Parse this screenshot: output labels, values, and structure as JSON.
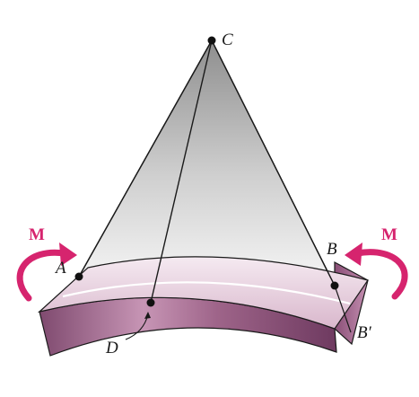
{
  "diagram": {
    "labels": {
      "apex": "C",
      "left_point": "A",
      "right_point": "B",
      "right_point_prime": "B′",
      "bottom_point": "D",
      "moment_left": "M",
      "moment_right": "M"
    },
    "colors": {
      "moment": "#d6246e",
      "beam_dark": "#7a3f67",
      "beam_mid": "#b58aa6",
      "beam_light": "#efe1ea",
      "cone_dark": "#9a9a9a",
      "cone_light": "#f4f4f4",
      "outline": "#1a1a1a"
    }
  }
}
